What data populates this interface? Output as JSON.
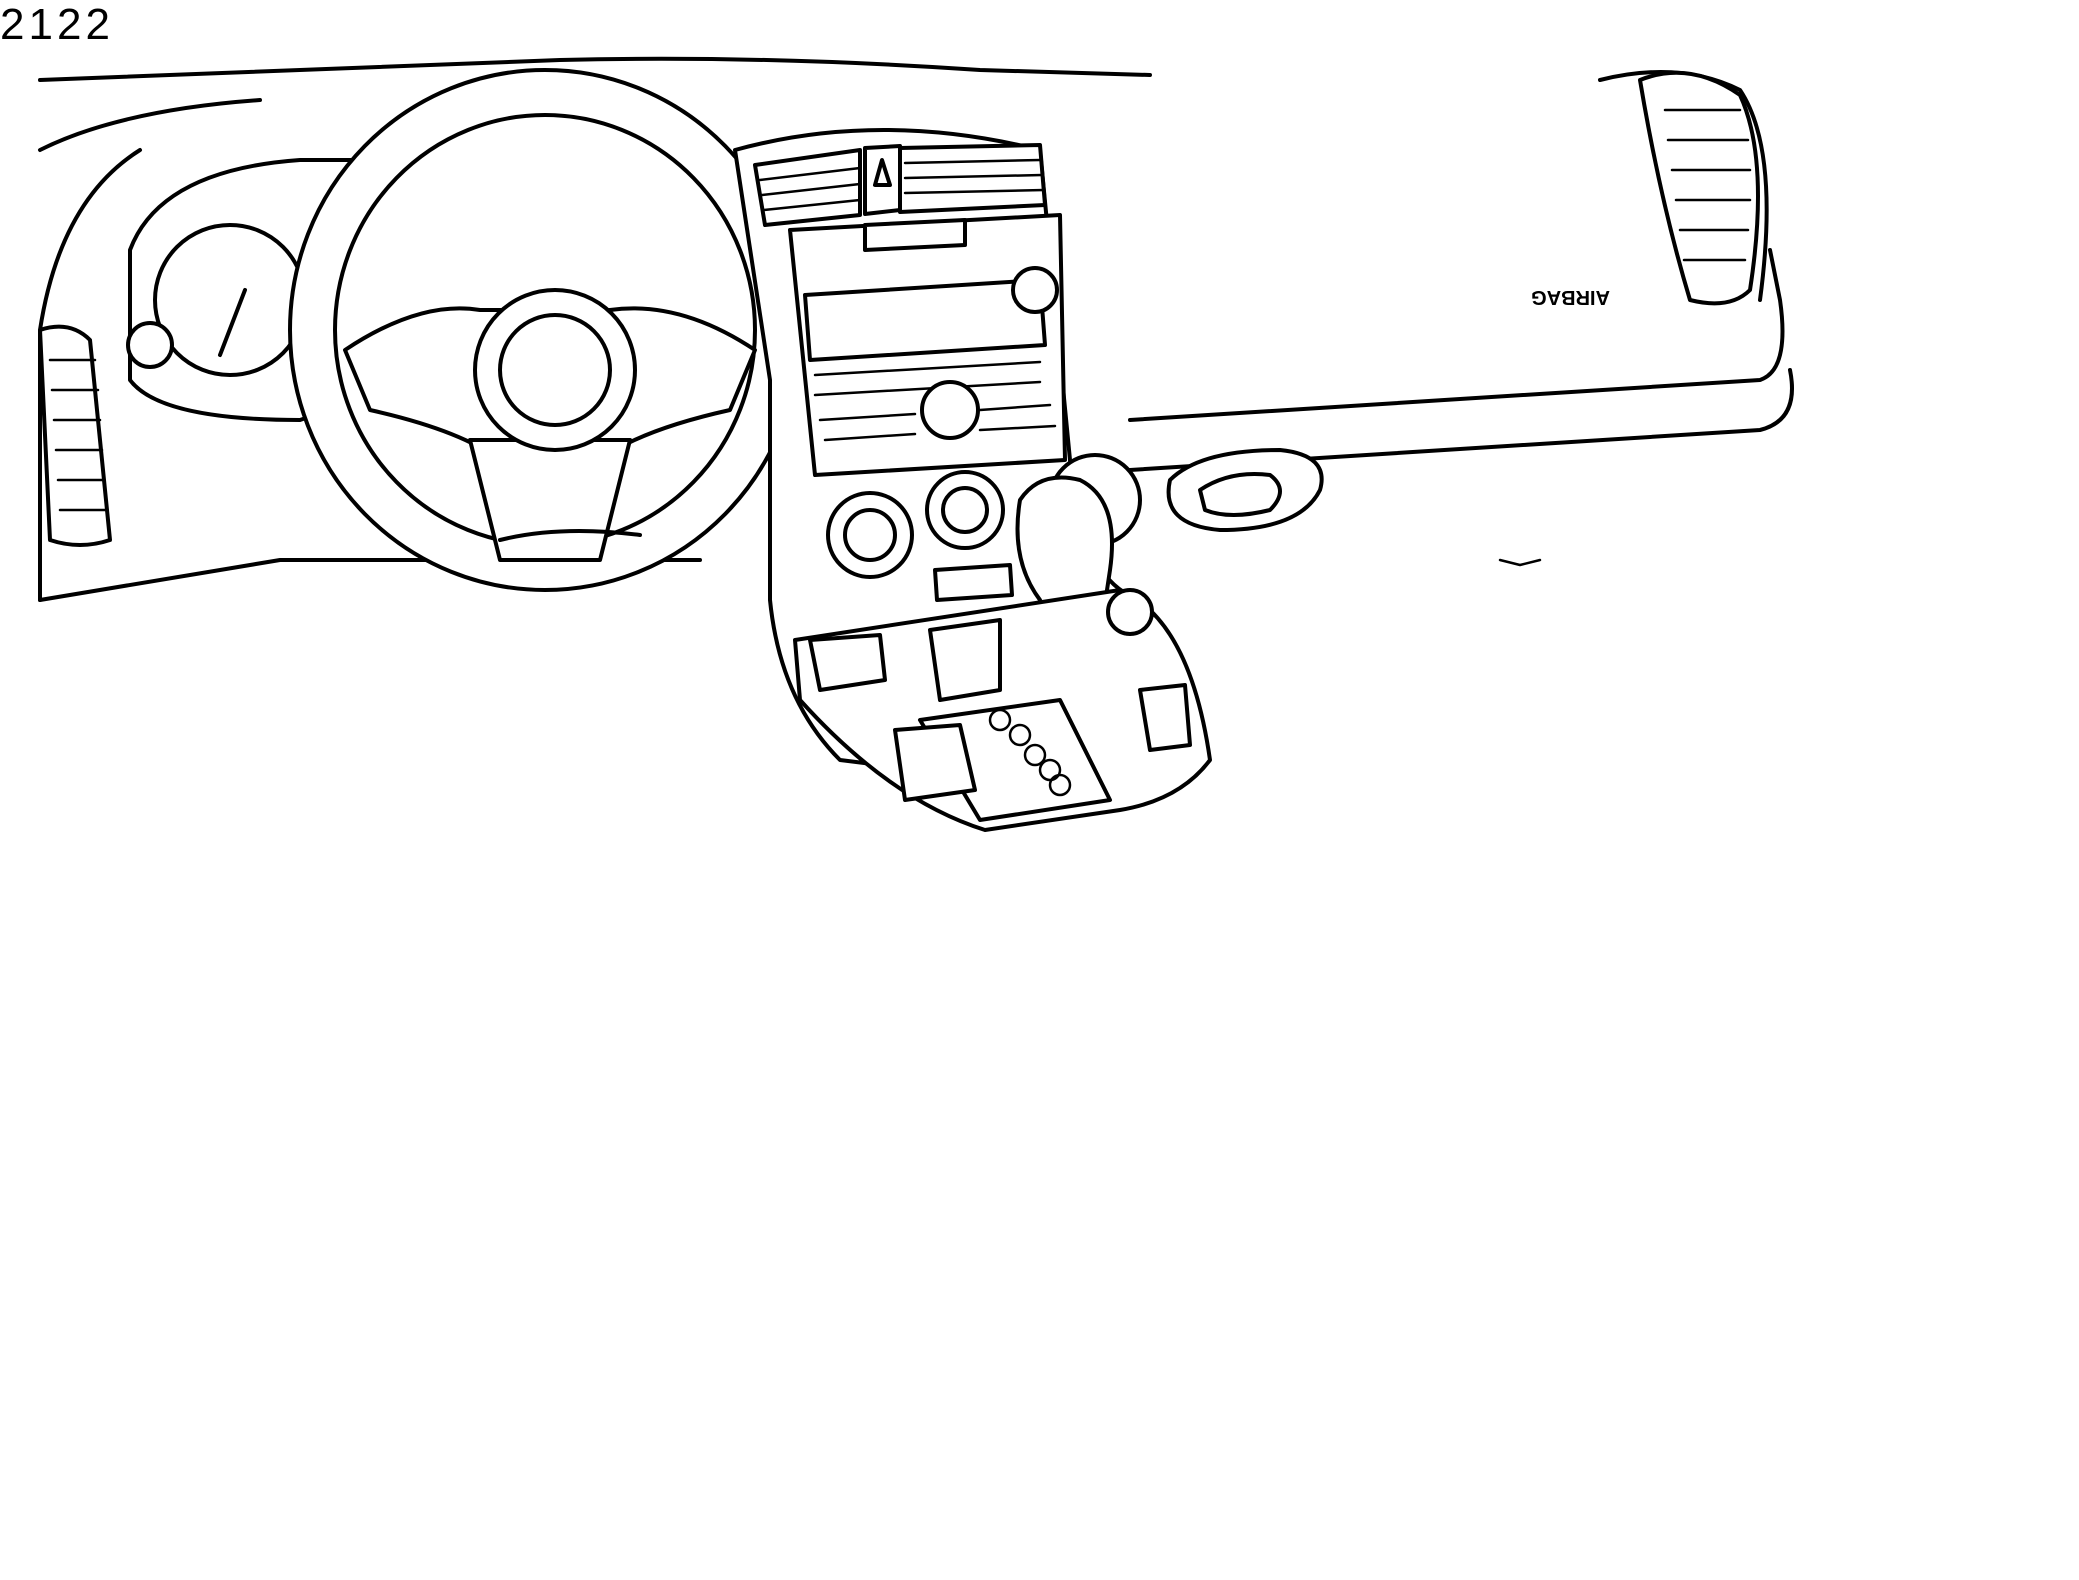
{
  "diagram": {
    "callouts": [
      {
        "id": "callout-1",
        "text": "1"
      },
      {
        "id": "callout-2-upper-right",
        "text": "2"
      },
      {
        "id": "callout-2-left",
        "text": "2"
      },
      {
        "id": "callout-2-bottom",
        "text": "2"
      }
    ],
    "airbag_text": "AIRBAG"
  }
}
